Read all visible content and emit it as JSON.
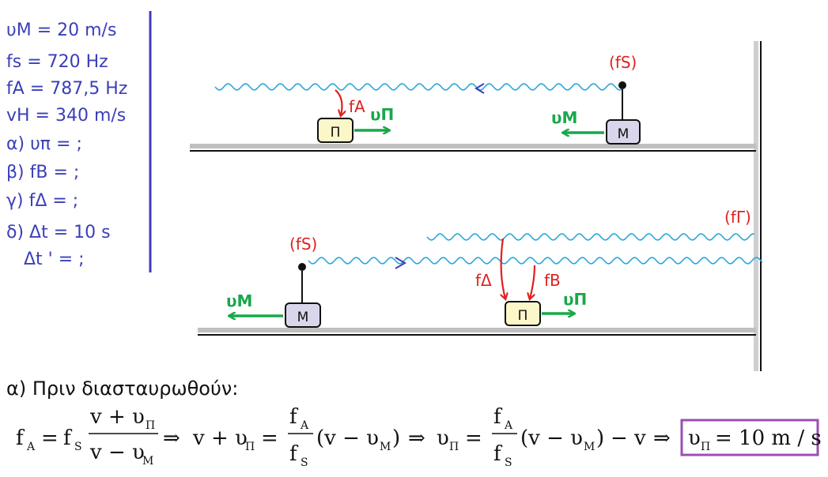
{
  "givens": [
    "υΜ = 20 m/s",
    "fs = 720 Hz",
    "fA = 787,5 Hz",
    "vH = 340 m/s",
    "α) υπ = ;",
    "β) fB = ;",
    "γ) fΔ = ;",
    "δ) Δt = 10 s",
    "Δt ' = ;"
  ],
  "diagram": {
    "top": {
      "source_label": "(fS)",
      "freq_label": "fA",
      "vel_observer": "υΠ",
      "vel_source": "υΜ",
      "observer_box": "Π",
      "source_box": "Μ"
    },
    "bottom": {
      "source_label": "(fS)",
      "reflect_label": "(fΓ)",
      "freq_delta": "fΔ",
      "freq_b": "fB",
      "vel_observer": "υΠ",
      "vel_source": "υΜ",
      "observer_box": "Π",
      "source_box": "Μ"
    },
    "colors": {
      "wave": "#2aa7d8",
      "arrow_green": "#18a84a",
      "label_red": "#e02020",
      "box_fill_p": "#fbf7c8",
      "box_fill_m": "#d9d6ec",
      "text_blue": "#3b3fb8",
      "highlight_box": "#9b4fb0"
    }
  },
  "solution": {
    "heading": "α) Πριν διασταυρωθούν:",
    "eq": {
      "lhs1": "f",
      "sub_A": "A",
      "eq": "=",
      "f": "f",
      "sub_S": "S",
      "num1": "v + υ",
      "sub_P": "Π",
      "den1": "v − υ",
      "sub_M": "M",
      "implies": "⇒",
      "part2_left": "v + υ",
      "part2_paren": "(v − υ",
      "paren_close": ")",
      "minus_v": "− v",
      "result": "υ",
      "result_val": "= 10 m / s"
    }
  }
}
